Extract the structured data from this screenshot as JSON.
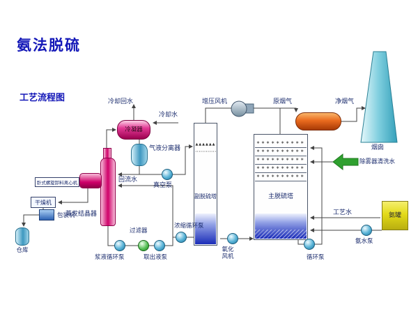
{
  "page": {
    "title": "氨法脱硫",
    "subtitle": "工艺流程图"
  },
  "equipment": {
    "condenser": "冷凝器",
    "gas_liquid_separator": "气液分离器",
    "vacuum_pump": "真空泵",
    "centrifuge": "卧式螺旋卸料离心机",
    "dryer": "干燥机",
    "packing_machine": "包装机",
    "warehouse": "仓库",
    "evaporation_crystallizer": "蒸发结晶器",
    "slurry_circulation_pump": "浆液循环泵",
    "filter": "过滤器",
    "extraction_pump": "取出液泵",
    "concentration_circulation_pump": "浓缩循环泵",
    "aux_tower": "副脱硫塔",
    "main_tower": "主脱硫塔",
    "oxidation_fan": "氧化风机",
    "circulation_pump": "循环泵",
    "booster_fan": "增压风机",
    "chimney": "烟囱",
    "ammonia_tank": "氨罐",
    "ammonia_pump": "氨水泵"
  },
  "streams": {
    "cooling_return_water": "冷却回水",
    "cooling_water": "冷却水",
    "reflux_water": "回流水",
    "raw_flue_gas": "原烟气",
    "clean_flue_gas": "净烟气",
    "demister_wash_water": "除雾器清洗水",
    "process_water": "工艺水"
  },
  "decorations": {
    "spray_row": "∗∗∗∗∗∗∗∗∗∗",
    "demister_row": "▲▲▲▲▲▲",
    "packing_dots": "············"
  },
  "colors": {
    "title_blue": "#1418b8",
    "vessel_magenta": "#cc0066",
    "vessel_cyan": "#3f9cc4",
    "tower_liquid_blue": "#1b2db8",
    "ggh_orange": "#e8601c",
    "wash_arrow_green": "#2fa02f",
    "ammonia_tank_yellow": "#e9e23a",
    "chimney_cyan": "#9fdbe8"
  }
}
